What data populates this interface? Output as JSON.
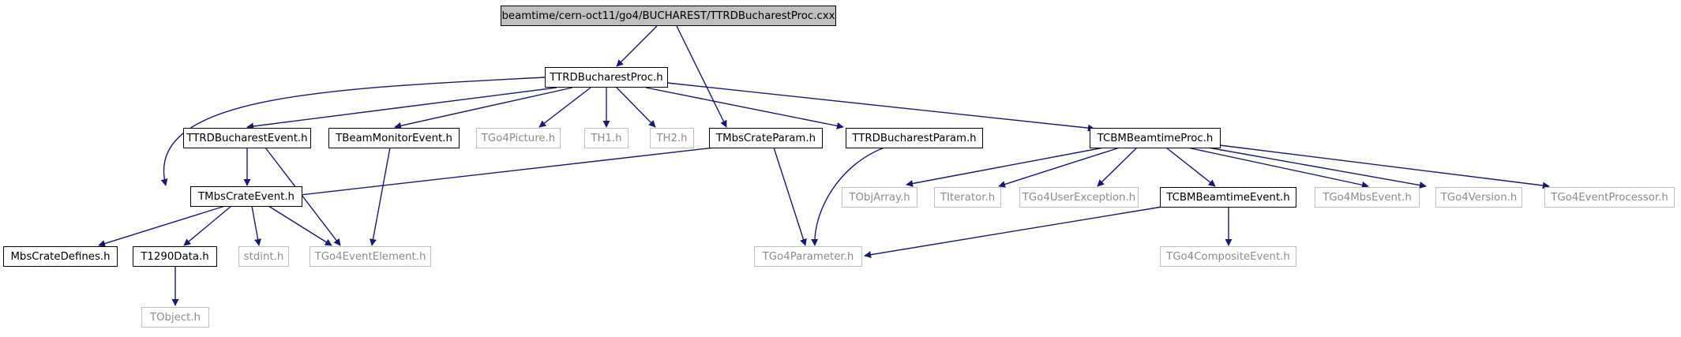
{
  "nodes": {
    "root": "beamtime/cern-oct11/go4/BUCHAREST/TTRDBucharestProc.cxx",
    "proc_h": "TTRDBucharestProc.h",
    "event_h": "TTRDBucharestEvent.h",
    "beammon_h": "TBeamMonitorEvent.h",
    "picture_h": "TGo4Picture.h",
    "th1_h": "TH1.h",
    "th2_h": "TH2.h",
    "cparam_h": "TMbsCrateParam.h",
    "bparam_h": "TTRDBucharestParam.h",
    "cbmproc_h": "TCBMBeamtimeProc.h",
    "cevent_h": "TMbsCrateEvent.h",
    "defines_h": "MbsCrateDefines.h",
    "t1290_h": "T1290Data.h",
    "stdint_h": "stdint.h",
    "element_h": "TGo4EventElement.h",
    "tobject_h": "TObject.h",
    "parameter_h": "TGo4Parameter.h",
    "objarray_h": "TObjArray.h",
    "iterator_h": "TIterator.h",
    "userexc_h": "TGo4UserException.h",
    "cbmevent_h": "TCBMBeamtimeEvent.h",
    "mbsevent_h": "TGo4MbsEvent.h",
    "version_h": "TGo4Version.h",
    "evproc_h": "TGo4EventProcessor.h",
    "composite_h": "TGo4CompositeEvent.h"
  },
  "colors": {
    "edge": "#191970",
    "node_border": "#000000",
    "ext_border": "#bfbfbf",
    "ext_text": "#8c8c8c",
    "root_fill": "#bfbfbf"
  }
}
